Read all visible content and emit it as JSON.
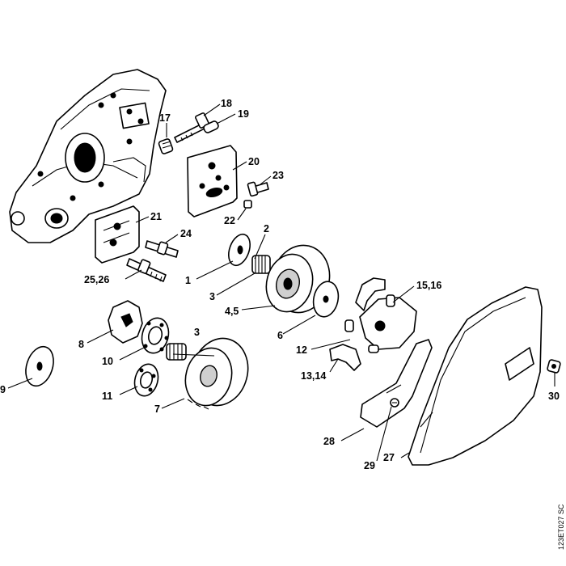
{
  "diagram": {
    "drawing_code": "123ET027 SC",
    "callouts": {
      "c1": "1",
      "c2": "2",
      "c3a": "3",
      "c3b": "3",
      "c45": "4,5",
      "c6": "6",
      "c7": "7",
      "c8": "8",
      "c9": "9",
      "c10": "10",
      "c11": "11",
      "c12": "12",
      "c1314": "13,14",
      "c1516": "15,16",
      "c17": "17",
      "c18": "18",
      "c19": "19",
      "c20": "20",
      "c21": "21",
      "c22": "22",
      "c23": "23",
      "c24": "24",
      "c2526": "25,26",
      "c27": "27",
      "c28": "28",
      "c29": "29",
      "c30": "30"
    }
  }
}
